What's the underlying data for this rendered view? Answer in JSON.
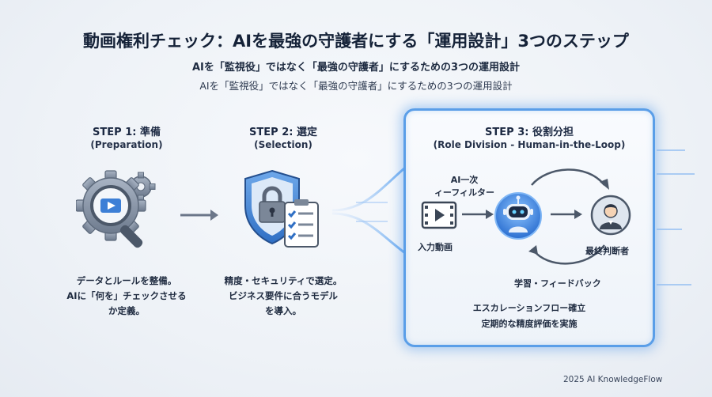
{
  "title": "動画権利チェック：AIを最強の守護者にする「運用設計」3つのステップ",
  "subtitle_bold": "AIを「監視役」ではなく「最強の守護者」にするための3つの運用設計",
  "subtitle_light": "AIを「監視役」ではなく「最強の守護者」にするための3つの運用設計",
  "step1": {
    "title": "STEP 1: 準備",
    "sub": "(Preparation)",
    "desc": [
      "データとルールを整備。",
      "AIに「何を」チェックさせる",
      "か定義。"
    ]
  },
  "step2": {
    "title": "STEP 2: 選定",
    "sub": "(Selection)",
    "desc": [
      "精度・セキュリティで選定。",
      "ビジネス要件に合うモデル",
      "を導入。"
    ]
  },
  "step3": {
    "title": "STEP 3: 役割分担",
    "sub": "(Role Division - Human-in-the-Loop)",
    "ai_label": [
      "AI一次",
      "ィーフィルター"
    ],
    "input_label": "入力動画",
    "final_label": "最終判断者",
    "feedback_label": "学習・フィードバック",
    "notes": [
      "エスカレーションフロー確立",
      "定期的な精度評価を実施"
    ]
  },
  "footer": "2025 AI KnowledgeFlow"
}
